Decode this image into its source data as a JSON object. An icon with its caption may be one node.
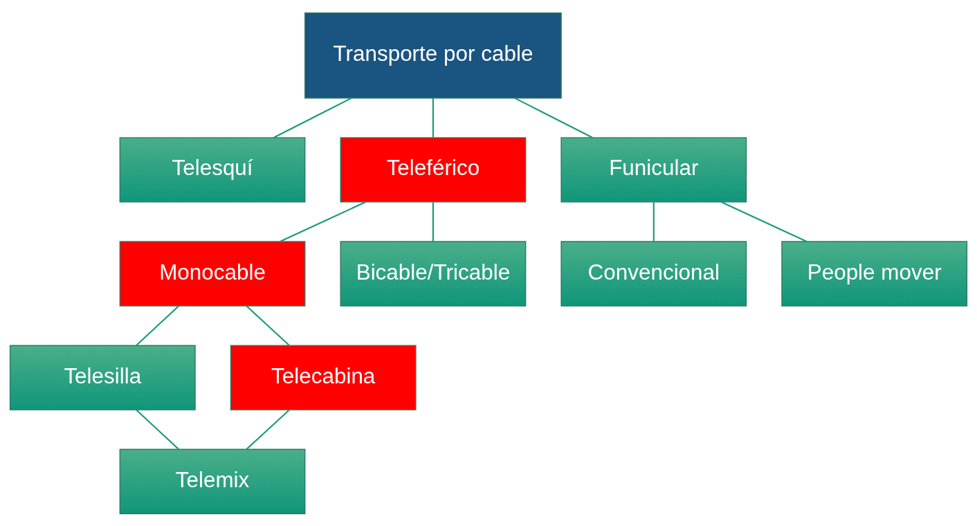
{
  "diagram": {
    "nodes": [
      {
        "text": [
          "Transporte por cable"
        ]
      },
      {
        "text": [
          "Telesquí"
        ]
      },
      {
        "text": [
          "Teleférico"
        ]
      },
      {
        "text": [
          "Funicular"
        ]
      },
      {
        "text": [
          "Monocable"
        ]
      },
      {
        "text": [
          "Bicable/Tricable"
        ]
      },
      {
        "text": [
          "Convencional"
        ]
      },
      {
        "text": [
          "People mover"
        ]
      },
      {
        "text": [
          "Telesilla"
        ]
      },
      {
        "text": [
          "Telecabina"
        ]
      },
      {
        "text": [
          "Telemix"
        ]
      }
    ],
    "edges": [
      {
        "from": 0,
        "to": 1,
        "arrow": "none"
      },
      {
        "from": 0,
        "to": 2,
        "arrow": "none"
      },
      {
        "from": 0,
        "to": 3,
        "arrow": "none"
      },
      {
        "from": 2,
        "to": 4,
        "arrow": "none"
      },
      {
        "from": 2,
        "to": 5,
        "arrow": "none"
      },
      {
        "from": 3,
        "to": 6,
        "arrow": "none"
      },
      {
        "from": 3,
        "to": 7,
        "arrow": "none"
      },
      {
        "from": 4,
        "to": 8,
        "arrow": "none"
      },
      {
        "from": 4,
        "to": 9,
        "arrow": "none"
      },
      {
        "from": 8,
        "to": 10,
        "arrow": "none"
      },
      {
        "from": 9,
        "to": 10,
        "arrow": "none"
      }
    ]
  }
}
